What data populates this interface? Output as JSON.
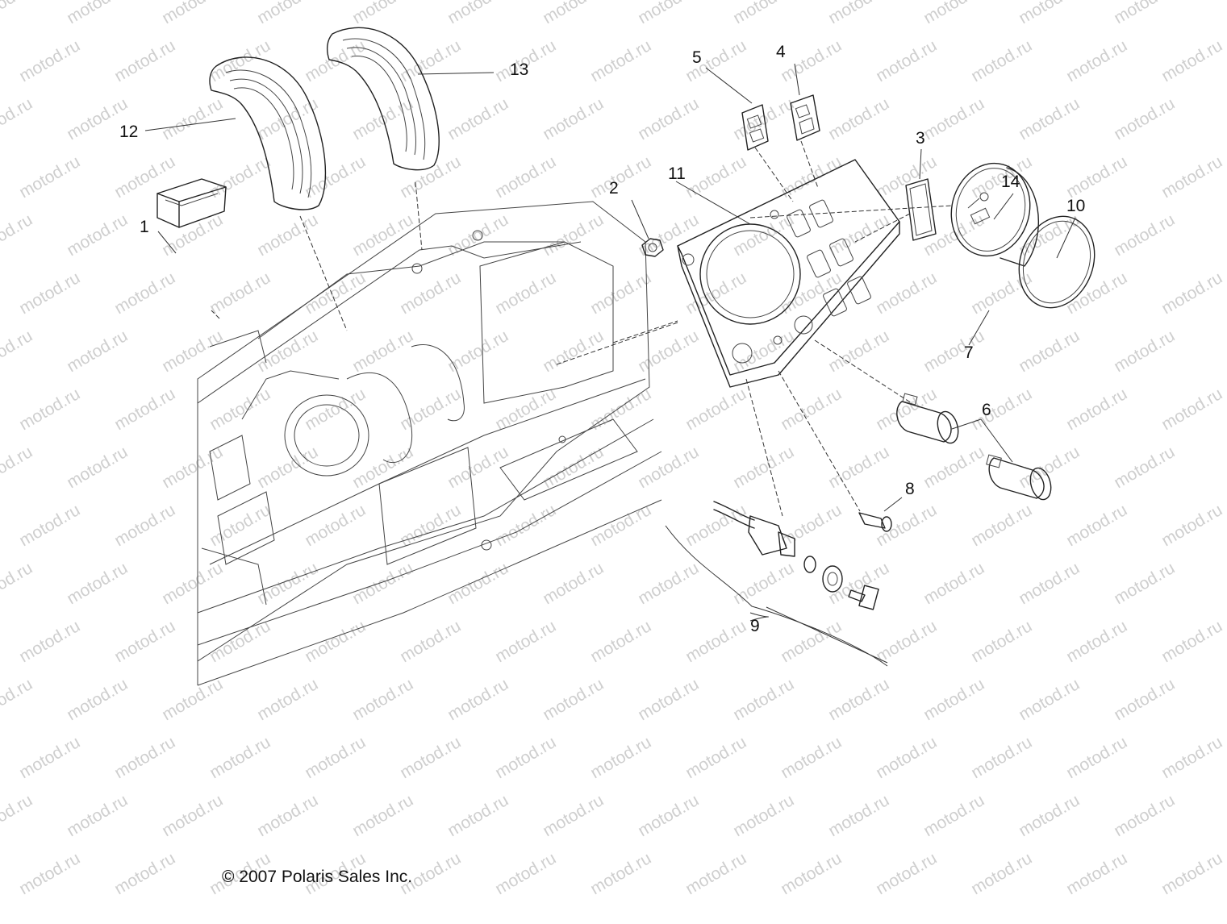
{
  "diagram": {
    "watermark": "motod.ru",
    "copyright": "© 2007 Polaris Sales Inc.",
    "callouts": [
      {
        "id": "1",
        "text": "1"
      },
      {
        "id": "2",
        "text": "2"
      },
      {
        "id": "3",
        "text": "3"
      },
      {
        "id": "4",
        "text": "4"
      },
      {
        "id": "5",
        "text": "5"
      },
      {
        "id": "6",
        "text": "6"
      },
      {
        "id": "7",
        "text": "7"
      },
      {
        "id": "8",
        "text": "8"
      },
      {
        "id": "9",
        "text": "9"
      },
      {
        "id": "10",
        "text": "10"
      },
      {
        "id": "11",
        "text": "11"
      },
      {
        "id": "12",
        "text": "12"
      },
      {
        "id": "13",
        "text": "13"
      },
      {
        "id": "14",
        "text": "14"
      }
    ],
    "parts": [
      {
        "callout": "1",
        "icon": "storage-box-icon"
      },
      {
        "callout": "2",
        "icon": "nut-icon"
      },
      {
        "callout": "3",
        "icon": "blank-plug-icon"
      },
      {
        "callout": "4",
        "icon": "switch-icon"
      },
      {
        "callout": "5",
        "icon": "switch-icon"
      },
      {
        "callout": "6",
        "icon": "power-outlet-icon"
      },
      {
        "callout": "7",
        "icon": "gauge-icon"
      },
      {
        "callout": "8",
        "icon": "indicator-light-icon"
      },
      {
        "callout": "9",
        "icon": "ignition-switch-icon"
      },
      {
        "callout": "10",
        "icon": "bezel-ring-icon"
      },
      {
        "callout": "11",
        "icon": "instrument-panel-icon"
      },
      {
        "callout": "12",
        "icon": "grab-handle-icon"
      },
      {
        "callout": "13",
        "icon": "grab-handle-icon"
      },
      {
        "callout": "14",
        "icon": "gauge-icon"
      }
    ]
  }
}
